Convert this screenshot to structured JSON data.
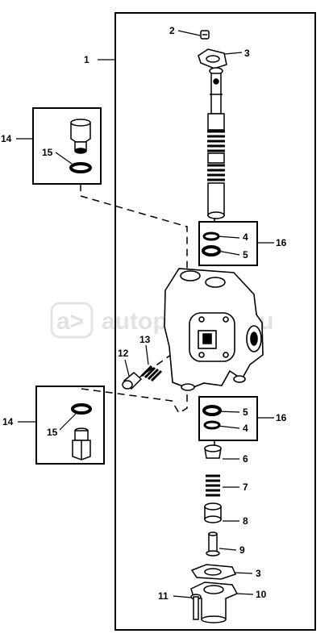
{
  "callouts": {
    "c1": "1",
    "c2": "2",
    "c3_top": "3",
    "c3_bottom": "3",
    "c4_top": "4",
    "c4_bottom": "4",
    "c5_top": "5",
    "c5_bottom": "5",
    "c6": "6",
    "c7": "7",
    "c8": "8",
    "c9": "9",
    "c10": "10",
    "c11": "11",
    "c12": "12",
    "c13": "13",
    "c14_top": "14",
    "c14_bottom": "14",
    "c15_top": "15",
    "c15_bottom": "15",
    "c16_top": "16",
    "c16_bottom": "16"
  },
  "watermark": {
    "text": "autoparts24.eu",
    "logo": "a>"
  }
}
